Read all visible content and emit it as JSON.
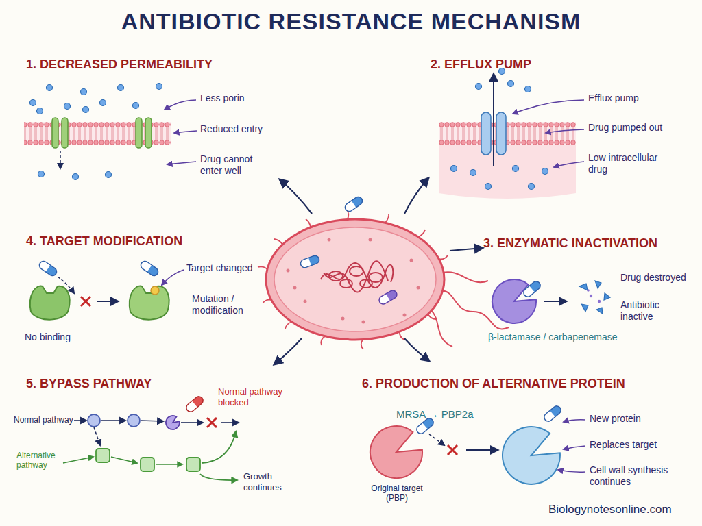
{
  "diagram": {
    "title": "ANTIBIOTIC RESISTANCE MECHANISM",
    "labels": [
      "1. DECREASED PERMEABILITY",
      "Less porin",
      "Reduced entry",
      "Drug cannot enter well",
      "2. EFFLUX PUMP",
      "Efflux pump",
      "Drug pumped out",
      "Low intracellular drug",
      "4. TARGET MODIFICATION",
      "Target changed",
      "Mutation / modification",
      "No binding",
      "3. ENZYMATIC INACTIVATION",
      "Drug destroyed",
      "Antibiotic inactive",
      "β-lactamase / carbapenemase",
      "5. BYPASS PATHWAY",
      "Normal pathway",
      "Normal pathway blocked",
      "Alternative pathway",
      "Growth continues",
      "6. PRODUCTION OF ALTERNATIVE PROTEIN",
      "MRSA → PBP2a",
      "Original target (PBP)",
      "New protein",
      "Replaces target",
      "Cell wall synthesis continues",
      "Biologynotesonline.com"
    ]
  }
}
